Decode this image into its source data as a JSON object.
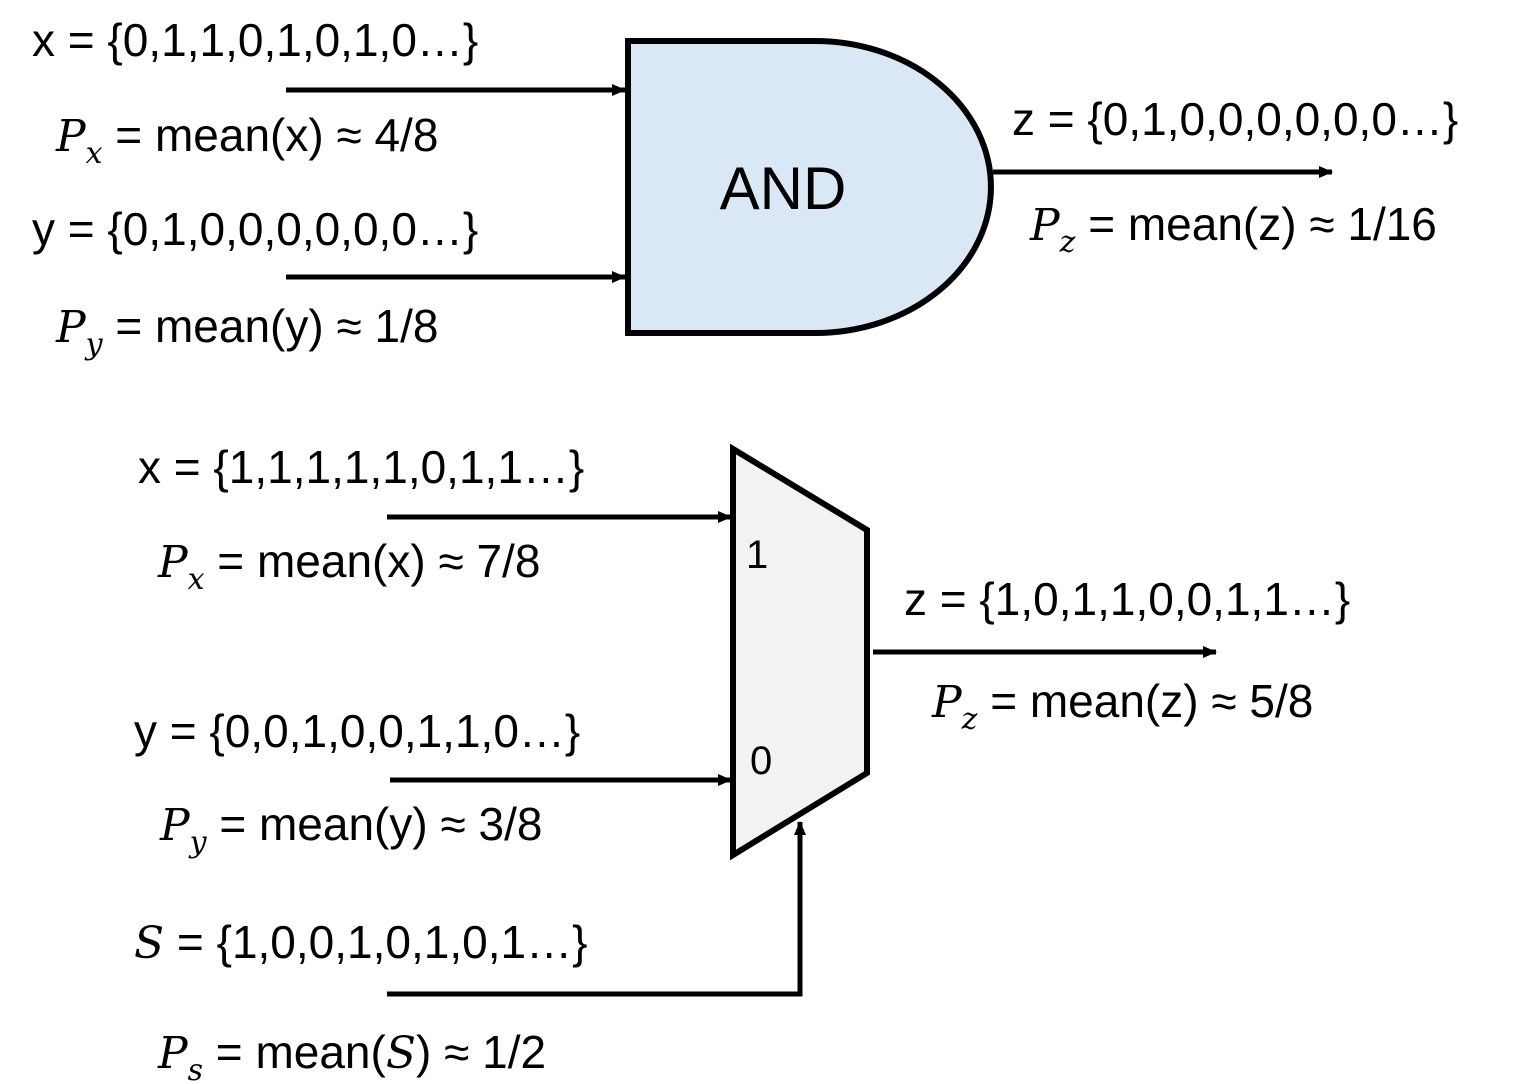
{
  "and_gate": {
    "label": "AND",
    "fill_color": "#dae8f5",
    "inputs": [
      {
        "sequence_text": "x = {0,1,1,0,1,0,1,0…}",
        "prob_symbol": "P",
        "prob_subscript": "x",
        "prob_expr": " = mean(x) ≈ 4/8"
      },
      {
        "sequence_text": "y = {0,1,0,0,0,0,0,0…}",
        "prob_symbol": "P",
        "prob_subscript": "y",
        "prob_expr": " = mean(y) ≈ 1/8"
      }
    ],
    "output": {
      "sequence_text": "z = {0,1,0,0,0,0,0,0…}",
      "prob_symbol": "P",
      "prob_subscript": "z",
      "prob_expr": " = mean(z) ≈ 1/16"
    }
  },
  "mux": {
    "fill_color": "#f2f2f2",
    "port_1_label": "1",
    "port_0_label": "0",
    "inputs": [
      {
        "sequence_text": "x = {1,1,1,1,1,0,1,1…}",
        "prob_symbol": "P",
        "prob_subscript": "x",
        "prob_expr": " = mean(x) ≈ 7/8"
      },
      {
        "sequence_text": "y = {0,0,1,0,0,1,1,0…}",
        "prob_symbol": "P",
        "prob_subscript": "y",
        "prob_expr": " = mean(y) ≈ 3/8"
      }
    ],
    "select": {
      "sequence_symbol": "S",
      "sequence_rest": " = {1,0,0,1,0,1,0,1…}",
      "prob_symbol": "P",
      "prob_subscript": "s",
      "prob_expr_a": " = mean(",
      "prob_expr_sym": "S",
      "prob_expr_b": ") ≈ 1/2"
    },
    "output": {
      "sequence_text": "z = {1,0,1,1,0,0,1,1…}",
      "prob_symbol": "P",
      "prob_subscript": "z",
      "prob_expr": " = mean(z) ≈ 5/8"
    }
  }
}
